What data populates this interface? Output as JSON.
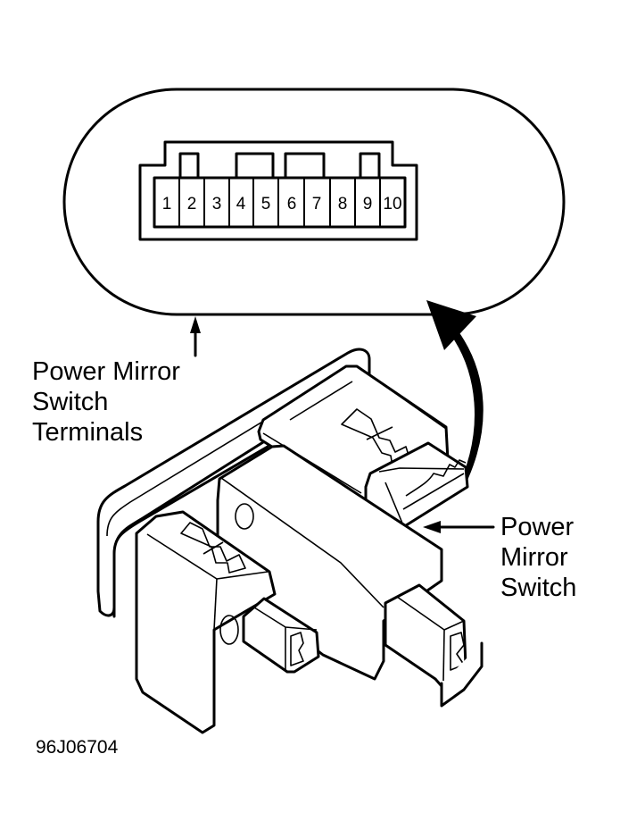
{
  "diagram": {
    "connector_pins": [
      "1",
      "2",
      "3",
      "4",
      "5",
      "6",
      "7",
      "8",
      "9",
      "10"
    ],
    "callouts": {
      "terminals": [
        "Power Mirror",
        "Switch",
        "Terminals"
      ],
      "switch": [
        "Power",
        "Mirror",
        "Switch"
      ]
    },
    "figure_id": "96J06704"
  },
  "colors": {
    "line": "#000000",
    "background": "#ffffff"
  }
}
